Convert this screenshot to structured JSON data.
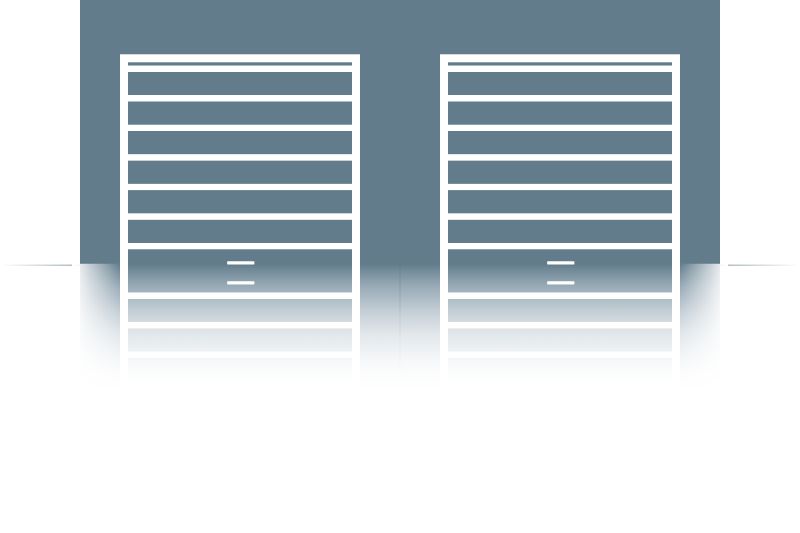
{
  "illustration": {
    "subject": "garage-doors",
    "door_count": 2,
    "slats_per_door": 11,
    "colors": {
      "wall": "#627c8b",
      "door_frame": "#ffffff",
      "background": "#ffffff"
    }
  }
}
